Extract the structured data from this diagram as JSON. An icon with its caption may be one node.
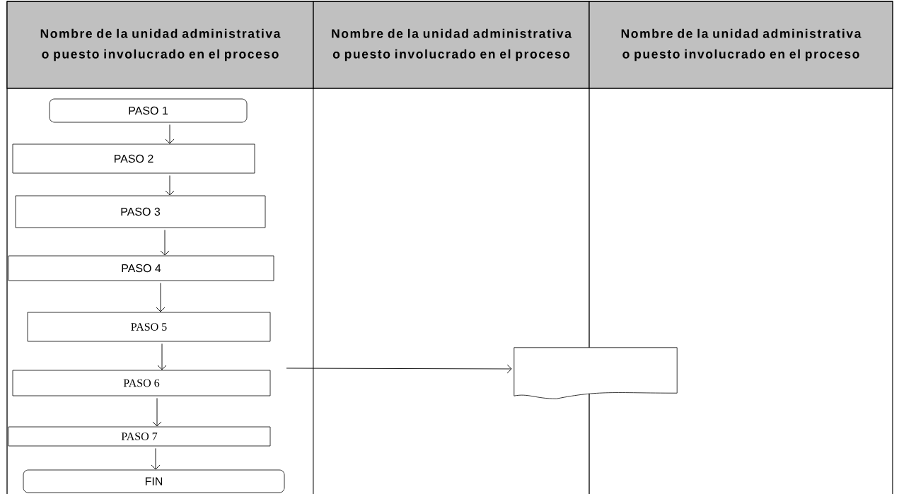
{
  "diagram": {
    "nodes": [
      {
        "text": [
          "Nombre de la unidad administrativa o puesto involucrado en el proceso"
        ]
      },
      {
        "text": [
          "Nombre de la unidad administrativa o puesto involucrado en el proceso"
        ]
      },
      {
        "text": [
          "Nombre de la unidad administrativa o puesto involucrado en el proceso"
        ]
      },
      {
        "text": [
          "PASO 1"
        ]
      },
      {
        "text": [
          "PASO 2"
        ]
      },
      {
        "text": [
          "PASO 3"
        ]
      },
      {
        "text": [
          "PASO 4"
        ]
      },
      {
        "text": [
          "PASO 5"
        ]
      },
      {
        "text": [
          "PASO 6"
        ]
      },
      {
        "text": [
          "PASO 7"
        ]
      },
      {
        "text": [
          "FIN"
        ]
      },
      {
        "text": [],
        "shape": "document"
      }
    ],
    "edges": [
      {
        "from": 3,
        "to": 4,
        "arrow": "to"
      },
      {
        "from": 4,
        "to": 5,
        "arrow": "to"
      },
      {
        "from": 5,
        "to": 6,
        "arrow": "to"
      },
      {
        "from": 6,
        "to": 7,
        "arrow": "to"
      },
      {
        "from": 7,
        "to": 8,
        "arrow": "to"
      },
      {
        "from": 8,
        "to": 9,
        "arrow": "to"
      },
      {
        "from": 9,
        "to": 10,
        "arrow": "to"
      },
      {
        "from": null,
        "to": 11,
        "arrow": "to"
      }
    ]
  }
}
